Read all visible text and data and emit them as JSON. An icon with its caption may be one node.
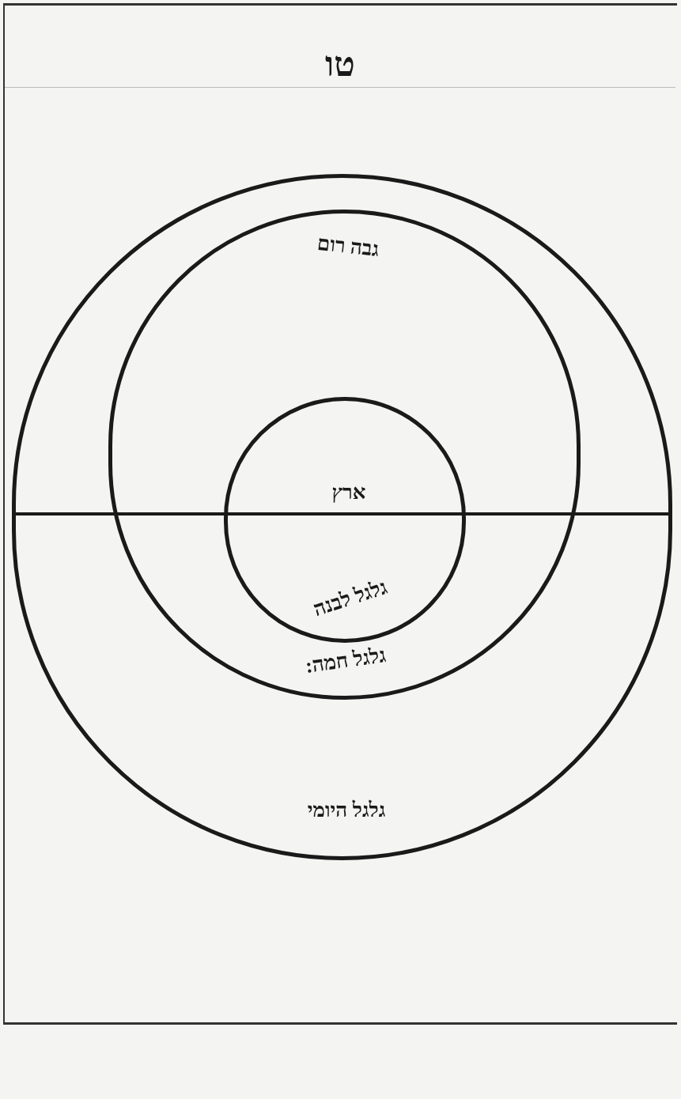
{
  "diagram": {
    "nodes": [
      {
        "text": [
          "גלגל היומי"
        ]
      },
      {
        "text": [
          "גבה רום",
          "גלגל חמה:"
        ],
        "in": 0
      },
      {
        "text": [
          "ארץ",
          "גלגל לבנה"
        ],
        "in": 1
      }
    ],
    "labels": [
      "טו"
    ]
  }
}
